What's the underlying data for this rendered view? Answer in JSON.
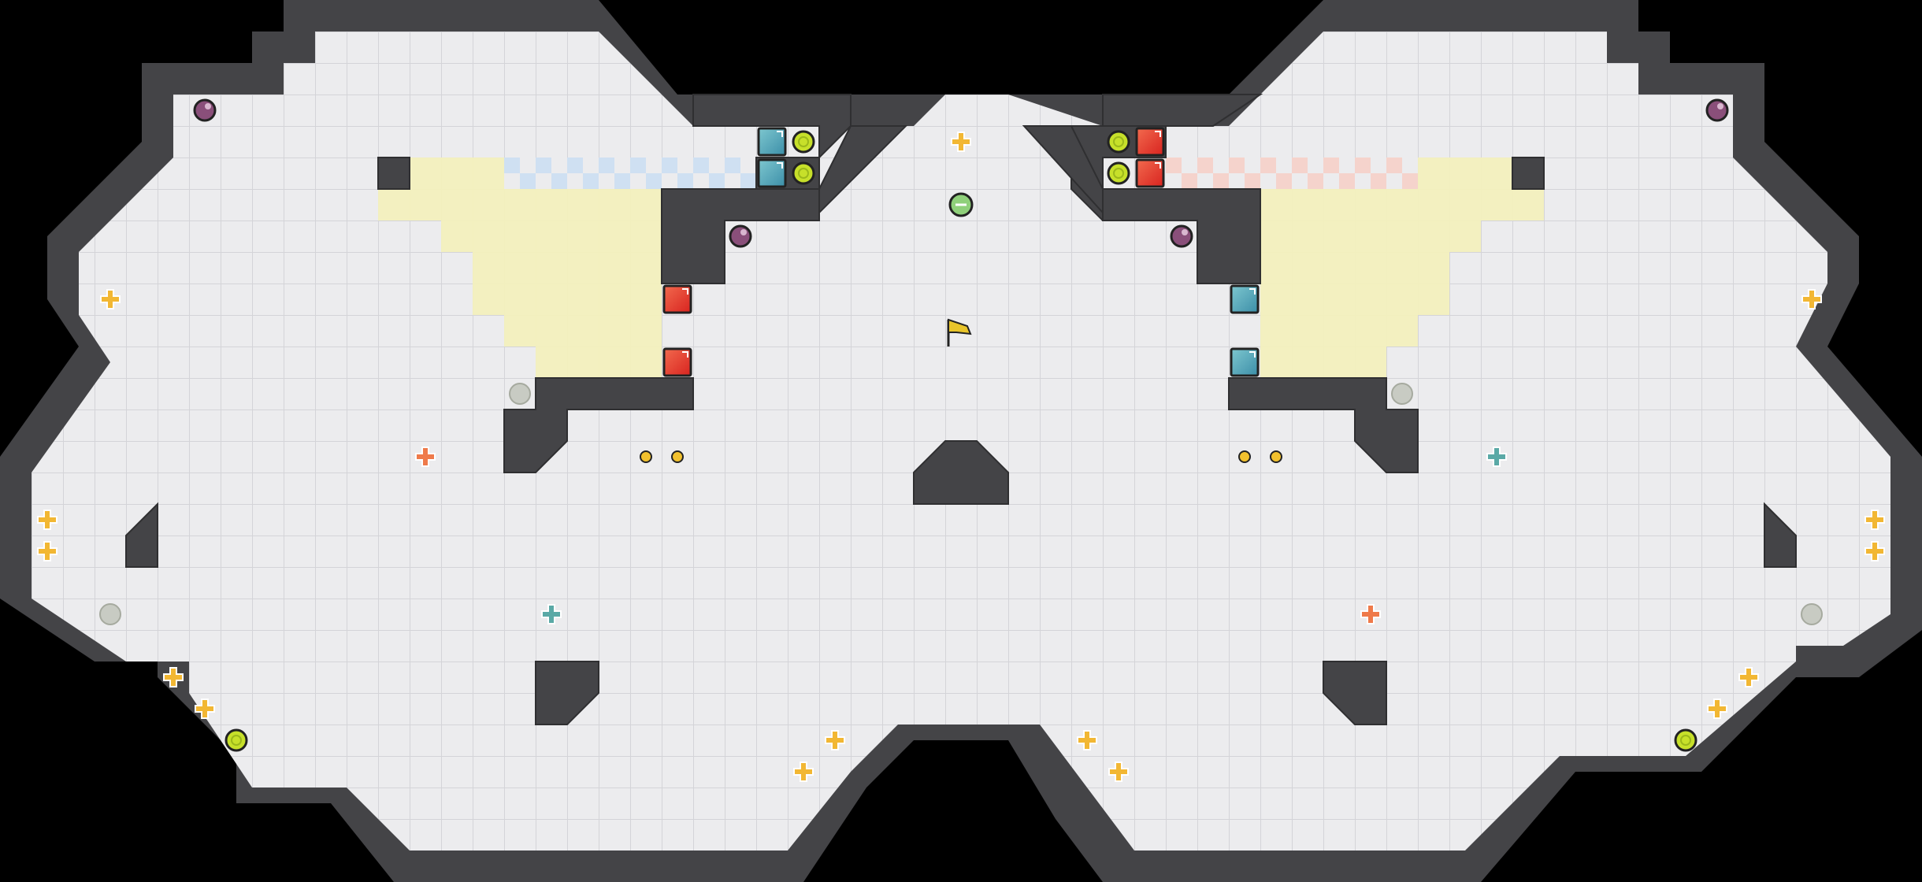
{
  "map": {
    "background_color": "#000000",
    "floor_color": "#ececee",
    "grid_line_color": "#d6d6d9",
    "wall_color": "#444447",
    "wall_edge_color": "#2f2f31",
    "zones": [
      {
        "name": "zone-left",
        "color": "#f3f0bd"
      },
      {
        "name": "zone-right",
        "color": "#f3f0bd"
      }
    ],
    "checker": [
      {
        "name": "blue-checker",
        "color": "#cfe0f2"
      },
      {
        "name": "red-checker",
        "color": "#f5d3cc"
      }
    ]
  },
  "entities": {
    "flag": {
      "icon": "flag-icon",
      "color": "#e8c42a"
    },
    "player_orb": {
      "icon": "green-orb-icon",
      "color": "#8fd07a"
    },
    "potions": {
      "icon": "potion-icon",
      "color": "#8a4f7a"
    },
    "blue_blocks": {
      "icon": "blue-block-icon",
      "color": "#4aa0b4"
    },
    "red_blocks": {
      "icon": "red-block-icon",
      "color": "#e43b2b"
    },
    "lime_orbs": {
      "icon": "lime-orb-icon",
      "color": "#c7e02a"
    },
    "grey_orbs": {
      "icon": "grey-orb-icon",
      "color": "#c8cbc3"
    },
    "spawn_yellow": {
      "icon": "yellow-spawn-icon",
      "color": "#f2b733"
    },
    "spawn_orange": {
      "icon": "orange-spawn-icon",
      "color": "#ef7a4a"
    },
    "spawn_teal": {
      "icon": "teal-spawn-icon",
      "color": "#5aa9a6"
    },
    "small_coins": {
      "icon": "coin-icon",
      "color": "#f2c12e"
    }
  }
}
